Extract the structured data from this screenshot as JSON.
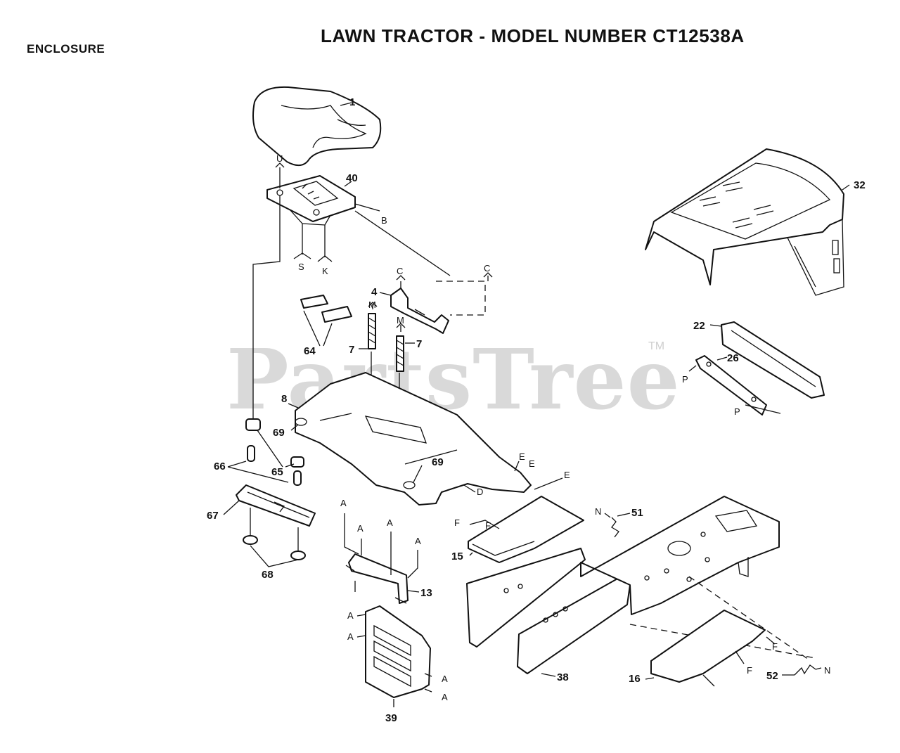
{
  "header": {
    "section": "ENCLOSURE",
    "title": "LAWN TRACTOR - MODEL NUMBER CT12538A"
  },
  "watermark": {
    "brand": "PartsTree",
    "mark": "TM"
  },
  "callouts": {
    "p1": "1",
    "p40": "40",
    "p32": "32",
    "p4": "4",
    "p64": "64",
    "p7a": "7",
    "p7b": "7",
    "p22": "22",
    "p26": "26",
    "p8": "8",
    "p69a": "69",
    "p69b": "69",
    "p66": "66",
    "p65": "65",
    "p67": "67",
    "p68": "68",
    "p13": "13",
    "p15": "15",
    "p51": "51",
    "p39": "39",
    "p38": "38",
    "p16": "16",
    "p52": "52"
  },
  "refs": {
    "U": "U",
    "B": "B",
    "S": "S",
    "K": "K",
    "C1": "C",
    "C2": "C",
    "M1": "M",
    "M2": "M",
    "E1": "E",
    "E2": "E",
    "E3": "E",
    "D": "D",
    "F1": "F",
    "F2": "F",
    "F3": "F",
    "F4": "F",
    "A1": "A",
    "A2": "A",
    "A3": "A",
    "A4": "A",
    "A5": "A",
    "A6": "A",
    "A7": "A",
    "A8": "A",
    "N1": "N",
    "N2": "N",
    "P1": "P",
    "P2": "P"
  }
}
